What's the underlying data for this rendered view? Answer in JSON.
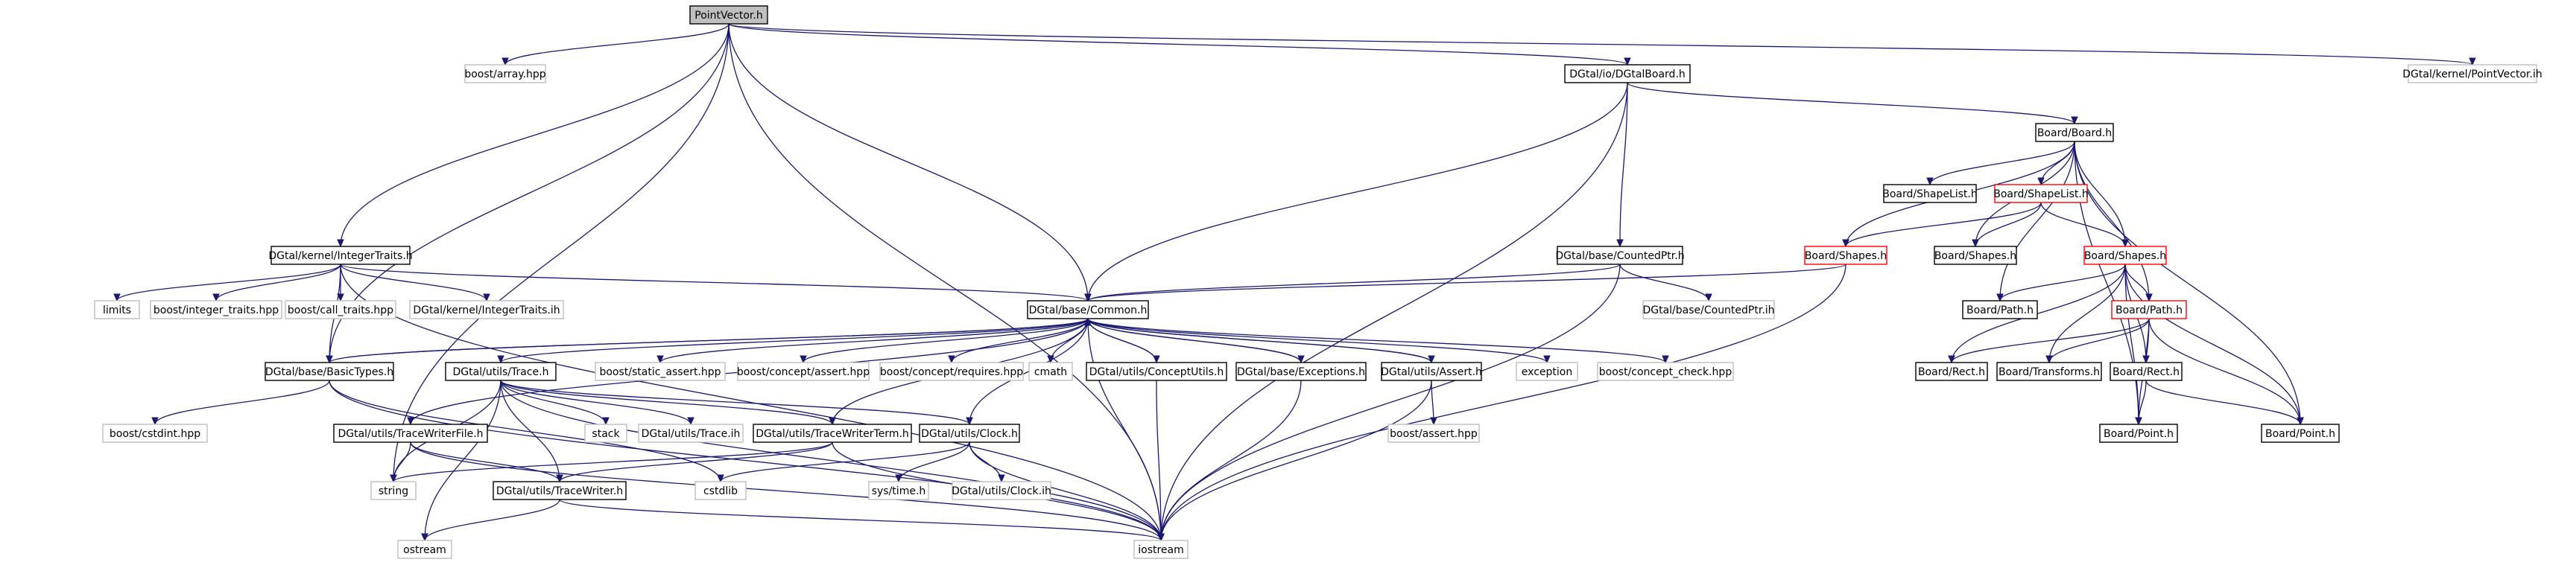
{
  "diagram": {
    "title": "PointVector.h",
    "colors": {
      "edge": "#191970",
      "root_fill": "#bfbfbf",
      "node_border": "#000000",
      "incomplete_border": "#ff0000",
      "external_border": "#bfbfbf",
      "text": "#000000"
    },
    "nodes": [
      {
        "id": "pointvector",
        "label": "PointVector.h",
        "kind": "root"
      },
      {
        "id": "boost_array",
        "label": "boost/array.hpp",
        "kind": "external"
      },
      {
        "id": "dgtalboard",
        "label": "DGtal/io/DGtalBoard.h",
        "kind": "normal"
      },
      {
        "id": "pointvector_ih",
        "label": "DGtal/kernel/PointVector.ih",
        "kind": "external"
      },
      {
        "id": "board_h",
        "label": "Board/Board.h",
        "kind": "normal"
      },
      {
        "id": "integertraits",
        "label": "DGtal/kernel/IntegerTraits.h",
        "kind": "normal"
      },
      {
        "id": "countedptr",
        "label": "DGtal/base/CountedPtr.h",
        "kind": "normal"
      },
      {
        "id": "shapelist_plain",
        "label": "Board/ShapeList.h",
        "kind": "normal"
      },
      {
        "id": "shapelist_red",
        "label": "Board/ShapeList.h",
        "kind": "incomplete"
      },
      {
        "id": "shapes_red_a",
        "label": "Board/Shapes.h",
        "kind": "incomplete"
      },
      {
        "id": "shapes_plain",
        "label": "Board/Shapes.h",
        "kind": "normal"
      },
      {
        "id": "shapes_red_b",
        "label": "Board/Shapes.h",
        "kind": "incomplete"
      },
      {
        "id": "limits",
        "label": "limits",
        "kind": "external"
      },
      {
        "id": "integer_traits",
        "label": "boost/integer_traits.hpp",
        "kind": "external"
      },
      {
        "id": "call_traits",
        "label": "boost/call_traits.hpp",
        "kind": "external"
      },
      {
        "id": "integertraits_ih",
        "label": "DGtal/kernel/IntegerTraits.ih",
        "kind": "external"
      },
      {
        "id": "common",
        "label": "DGtal/base/Common.h",
        "kind": "normal"
      },
      {
        "id": "countedptr_ih",
        "label": "DGtal/base/CountedPtr.ih",
        "kind": "external"
      },
      {
        "id": "path_plain",
        "label": "Board/Path.h",
        "kind": "normal"
      },
      {
        "id": "path_red",
        "label": "Board/Path.h",
        "kind": "incomplete"
      },
      {
        "id": "basictypes",
        "label": "DGtal/base/BasicTypes.h",
        "kind": "normal"
      },
      {
        "id": "trace",
        "label": "DGtal/utils/Trace.h",
        "kind": "normal"
      },
      {
        "id": "static_assert",
        "label": "boost/static_assert.hpp",
        "kind": "external"
      },
      {
        "id": "concept_assert",
        "label": "boost/concept/assert.hpp",
        "kind": "external"
      },
      {
        "id": "concept_requires",
        "label": "boost/concept/requires.hpp",
        "kind": "external"
      },
      {
        "id": "cmath",
        "label": "cmath",
        "kind": "external"
      },
      {
        "id": "conceptutils",
        "label": "DGtal/utils/ConceptUtils.h",
        "kind": "normal"
      },
      {
        "id": "exceptions",
        "label": "DGtal/base/Exceptions.h",
        "kind": "normal"
      },
      {
        "id": "assert_h",
        "label": "DGtal/utils/Assert.h",
        "kind": "normal"
      },
      {
        "id": "exception",
        "label": "exception",
        "kind": "external"
      },
      {
        "id": "concept_check",
        "label": "boost/concept_check.hpp",
        "kind": "external"
      },
      {
        "id": "rect_a",
        "label": "Board/Rect.h",
        "kind": "normal"
      },
      {
        "id": "transforms",
        "label": "Board/Transforms.h",
        "kind": "normal"
      },
      {
        "id": "rect_b",
        "label": "Board/Rect.h",
        "kind": "normal"
      },
      {
        "id": "cstdint",
        "label": "boost/cstdint.hpp",
        "kind": "external"
      },
      {
        "id": "tracewriterfile",
        "label": "DGtal/utils/TraceWriterFile.h",
        "kind": "normal"
      },
      {
        "id": "stack",
        "label": "stack",
        "kind": "external"
      },
      {
        "id": "trace_ih",
        "label": "DGtal/utils/Trace.ih",
        "kind": "external"
      },
      {
        "id": "tracewriterterm",
        "label": "DGtal/utils/TraceWriterTerm.h",
        "kind": "normal"
      },
      {
        "id": "clock",
        "label": "DGtal/utils/Clock.h",
        "kind": "normal"
      },
      {
        "id": "boost_assert",
        "label": "boost/assert.hpp",
        "kind": "external"
      },
      {
        "id": "point_a",
        "label": "Board/Point.h",
        "kind": "normal"
      },
      {
        "id": "point_b",
        "label": "Board/Point.h",
        "kind": "normal"
      },
      {
        "id": "string",
        "label": "string",
        "kind": "external"
      },
      {
        "id": "cstdlib",
        "label": "cstdlib",
        "kind": "external"
      },
      {
        "id": "tracewriter",
        "label": "DGtal/utils/TraceWriter.h",
        "kind": "normal"
      },
      {
        "id": "systime",
        "label": "sys/time.h",
        "kind": "external"
      },
      {
        "id": "clock_ih",
        "label": "DGtal/utils/Clock.ih",
        "kind": "external"
      },
      {
        "id": "ostream",
        "label": "ostream",
        "kind": "external"
      },
      {
        "id": "iostream",
        "label": "iostream",
        "kind": "external"
      }
    ],
    "edges": [
      {
        "from": "pointvector",
        "to": "boost_array"
      },
      {
        "from": "pointvector",
        "to": "dgtalboard"
      },
      {
        "from": "pointvector",
        "to": "pointvector_ih"
      },
      {
        "from": "pointvector",
        "to": "integertraits"
      },
      {
        "from": "pointvector",
        "to": "common"
      },
      {
        "from": "pointvector",
        "to": "basictypes"
      },
      {
        "from": "pointvector",
        "to": "string"
      },
      {
        "from": "pointvector",
        "to": "iostream"
      },
      {
        "from": "dgtalboard",
        "to": "board_h"
      },
      {
        "from": "dgtalboard",
        "to": "countedptr"
      },
      {
        "from": "dgtalboard",
        "to": "common"
      },
      {
        "from": "dgtalboard",
        "to": "iostream"
      },
      {
        "from": "board_h",
        "to": "shapelist_plain"
      },
      {
        "from": "board_h",
        "to": "shapelist_red"
      },
      {
        "from": "board_h",
        "to": "shapes_red_a"
      },
      {
        "from": "board_h",
        "to": "shapes_plain"
      },
      {
        "from": "board_h",
        "to": "shapes_red_b"
      },
      {
        "from": "board_h",
        "to": "path_plain"
      },
      {
        "from": "board_h",
        "to": "path_red"
      },
      {
        "from": "board_h",
        "to": "point_a"
      },
      {
        "from": "board_h",
        "to": "point_b"
      },
      {
        "from": "shapelist_red",
        "to": "shapes_red_a"
      },
      {
        "from": "shapelist_red",
        "to": "shapes_plain"
      },
      {
        "from": "shapelist_red",
        "to": "shapes_red_b"
      },
      {
        "from": "shapes_red_a",
        "to": "common"
      },
      {
        "from": "shapes_red_a",
        "to": "iostream"
      },
      {
        "from": "shapes_red_b",
        "to": "path_plain"
      },
      {
        "from": "shapes_red_b",
        "to": "path_red"
      },
      {
        "from": "shapes_red_b",
        "to": "rect_a"
      },
      {
        "from": "shapes_red_b",
        "to": "transforms"
      },
      {
        "from": "shapes_red_b",
        "to": "rect_b"
      },
      {
        "from": "shapes_red_b",
        "to": "point_a"
      },
      {
        "from": "shapes_red_b",
        "to": "point_b"
      },
      {
        "from": "path_red",
        "to": "rect_a"
      },
      {
        "from": "path_red",
        "to": "transforms"
      },
      {
        "from": "path_red",
        "to": "rect_b"
      },
      {
        "from": "path_red",
        "to": "point_a"
      },
      {
        "from": "path_red",
        "to": "point_b"
      },
      {
        "from": "rect_b",
        "to": "point_a"
      },
      {
        "from": "rect_b",
        "to": "point_b"
      },
      {
        "from": "integertraits",
        "to": "limits"
      },
      {
        "from": "integertraits",
        "to": "integer_traits"
      },
      {
        "from": "integertraits",
        "to": "call_traits"
      },
      {
        "from": "integertraits",
        "to": "integertraits_ih"
      },
      {
        "from": "integertraits",
        "to": "common"
      },
      {
        "from": "integertraits",
        "to": "basictypes"
      },
      {
        "from": "integertraits",
        "to": "iostream"
      },
      {
        "from": "countedptr",
        "to": "common"
      },
      {
        "from": "countedptr",
        "to": "countedptr_ih"
      },
      {
        "from": "countedptr",
        "to": "iostream"
      },
      {
        "from": "common",
        "to": "basictypes"
      },
      {
        "from": "common",
        "to": "trace"
      },
      {
        "from": "common",
        "to": "static_assert"
      },
      {
        "from": "common",
        "to": "concept_assert"
      },
      {
        "from": "common",
        "to": "concept_requires"
      },
      {
        "from": "common",
        "to": "cmath"
      },
      {
        "from": "common",
        "to": "conceptutils"
      },
      {
        "from": "common",
        "to": "exceptions"
      },
      {
        "from": "common",
        "to": "assert_h"
      },
      {
        "from": "common",
        "to": "exception"
      },
      {
        "from": "common",
        "to": "concept_check"
      },
      {
        "from": "common",
        "to": "tracewriterfile"
      },
      {
        "from": "common",
        "to": "tracewriterterm"
      },
      {
        "from": "common",
        "to": "clock"
      },
      {
        "from": "common",
        "to": "iostream"
      },
      {
        "from": "conceptutils",
        "to": "common"
      },
      {
        "from": "conceptutils",
        "to": "iostream"
      },
      {
        "from": "exceptions",
        "to": "common"
      },
      {
        "from": "exceptions",
        "to": "iostream"
      },
      {
        "from": "assert_h",
        "to": "common"
      },
      {
        "from": "assert_h",
        "to": "boost_assert"
      },
      {
        "from": "assert_h",
        "to": "iostream"
      },
      {
        "from": "basictypes",
        "to": "common"
      },
      {
        "from": "basictypes",
        "to": "cstdint"
      },
      {
        "from": "basictypes",
        "to": "cstdlib"
      },
      {
        "from": "basictypes",
        "to": "iostream"
      },
      {
        "from": "trace",
        "to": "stack"
      },
      {
        "from": "trace",
        "to": "trace_ih"
      },
      {
        "from": "trace",
        "to": "tracewriterterm"
      },
      {
        "from": "trace",
        "to": "clock"
      },
      {
        "from": "trace",
        "to": "tracewriter"
      },
      {
        "from": "trace",
        "to": "string"
      },
      {
        "from": "trace",
        "to": "ostream"
      },
      {
        "from": "trace",
        "to": "iostream"
      },
      {
        "from": "tracewriterfile",
        "to": "tracewriter"
      },
      {
        "from": "tracewriterfile",
        "to": "string"
      },
      {
        "from": "tracewriterfile",
        "to": "iostream"
      },
      {
        "from": "tracewriterterm",
        "to": "tracewriter"
      },
      {
        "from": "tracewriterterm",
        "to": "string"
      },
      {
        "from": "tracewriterterm",
        "to": "iostream"
      },
      {
        "from": "tracewriter",
        "to": "ostream"
      },
      {
        "from": "tracewriter",
        "to": "iostream"
      },
      {
        "from": "clock",
        "to": "systime"
      },
      {
        "from": "clock",
        "to": "clock_ih"
      },
      {
        "from": "clock",
        "to": "cstdlib"
      },
      {
        "from": "clock",
        "to": "iostream"
      }
    ]
  }
}
